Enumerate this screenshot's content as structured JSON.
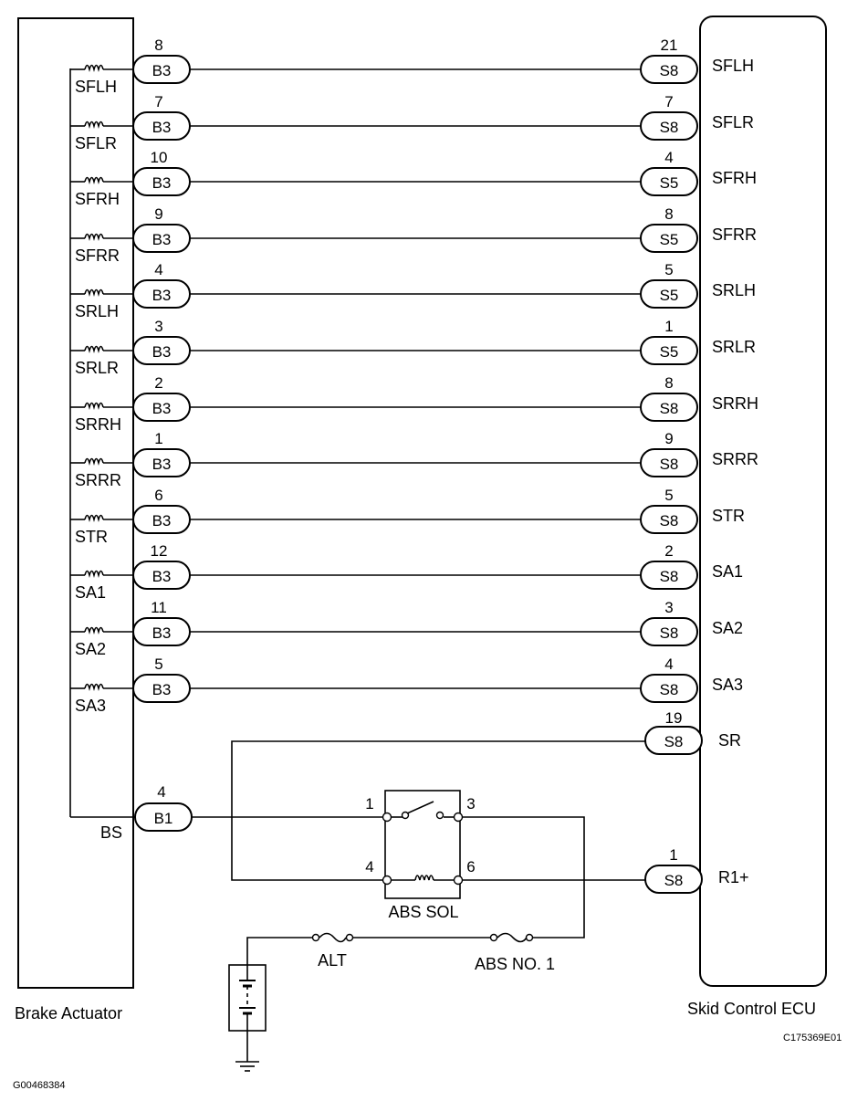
{
  "diagram": {
    "actuator_label": "Brake Actuator",
    "ecu_label": "Skid Control ECU",
    "figure_code": "C175369E01",
    "page_code": "G00468384",
    "rows": [
      {
        "name": "SFLH",
        "a_conn": "B3",
        "a_pin": "8",
        "e_conn": "S8",
        "e_pin": "21"
      },
      {
        "name": "SFLR",
        "a_conn": "B3",
        "a_pin": "7",
        "e_conn": "S8",
        "e_pin": "7"
      },
      {
        "name": "SFRH",
        "a_conn": "B3",
        "a_pin": "10",
        "e_conn": "S5",
        "e_pin": "4"
      },
      {
        "name": "SFRR",
        "a_conn": "B3",
        "a_pin": "9",
        "e_conn": "S5",
        "e_pin": "8"
      },
      {
        "name": "SRLH",
        "a_conn": "B3",
        "a_pin": "4",
        "e_conn": "S5",
        "e_pin": "5"
      },
      {
        "name": "SRLR",
        "a_conn": "B3",
        "a_pin": "3",
        "e_conn": "S5",
        "e_pin": "1"
      },
      {
        "name": "SRRH",
        "a_conn": "B3",
        "a_pin": "2",
        "e_conn": "S8",
        "e_pin": "8"
      },
      {
        "name": "SRRR",
        "a_conn": "B3",
        "a_pin": "1",
        "e_conn": "S8",
        "e_pin": "9"
      },
      {
        "name": "STR",
        "a_conn": "B3",
        "a_pin": "6",
        "e_conn": "S8",
        "e_pin": "5"
      },
      {
        "name": "SA1",
        "a_conn": "B3",
        "a_pin": "12",
        "e_conn": "S8",
        "e_pin": "2"
      },
      {
        "name": "SA2",
        "a_conn": "B3",
        "a_pin": "11",
        "e_conn": "S8",
        "e_pin": "3"
      },
      {
        "name": "SA3",
        "a_conn": "B3",
        "a_pin": "5",
        "e_conn": "S8",
        "e_pin": "4"
      }
    ],
    "sr": {
      "name": "SR",
      "e_conn": "S8",
      "e_pin": "19"
    },
    "bs": {
      "name": "BS",
      "a_conn": "B1",
      "a_pin": "4"
    },
    "r1": {
      "name": "R1+",
      "e_conn": "S8",
      "e_pin": "1"
    },
    "relay": {
      "label": "ABS SOL",
      "pin1": "1",
      "pin3": "3",
      "pin4": "4",
      "pin6": "6"
    },
    "fuse_alt": "ALT",
    "fuse_abs": "ABS NO. 1"
  }
}
